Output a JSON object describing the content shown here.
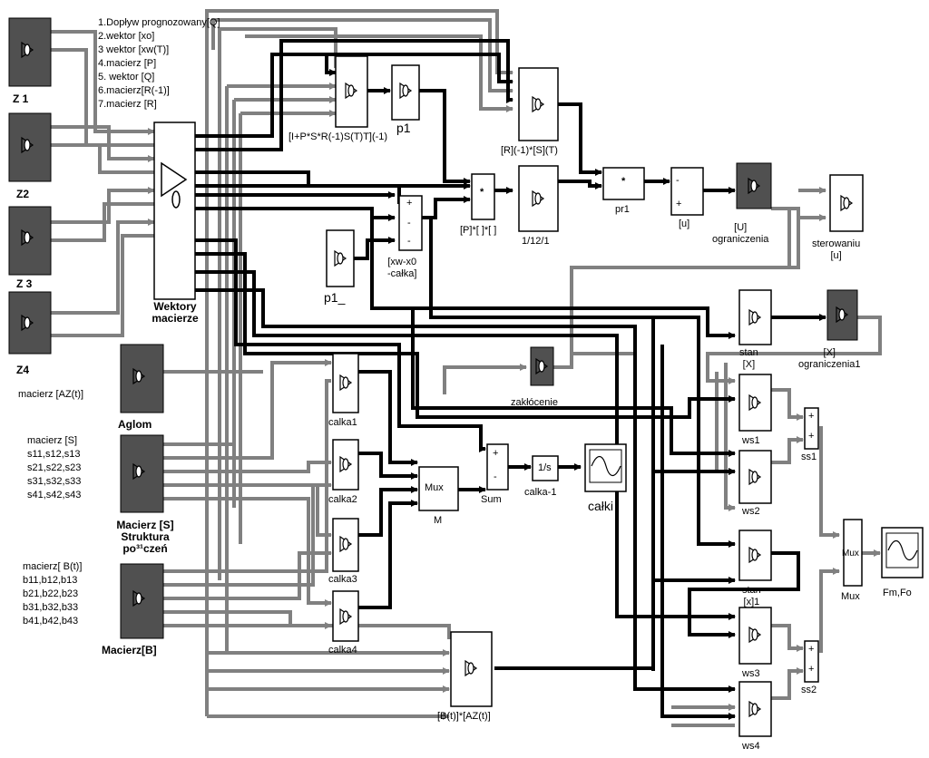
{
  "colors": {
    "wire_thick": "#000000",
    "wire_gray": "#808080",
    "block_dark": "#505050",
    "block_light": "#ffffff"
  },
  "subsystems": {
    "z1": "Z 1",
    "z2": "Z2",
    "z3": "Z 3",
    "z4": "Z4",
    "aglom": "Aglom",
    "wektory": "Wektory\nmacierze",
    "macierz_s": "Macierz [S]\nStruktura\npo³¹czeń",
    "macierz_b": "Macierz[B]"
  },
  "input_labels": [
    "1.Dopływ prognozowany[Q]",
    "2.wektor [xo]",
    "3 wektor [xw(T)]",
    "4.macierz [P]",
    "5. wektor [Q]",
    "6.macierz[R(-1)]",
    "7.macierz [R]"
  ],
  "side_notes": {
    "az": "macierz [AZ(t)]",
    "s": [
      "macierz [S]",
      "s11,s12,s13",
      "s21,s22,s23",
      "s31,s32,s33",
      "s41,s42,s43"
    ],
    "b": [
      "macierz[ B(t)]",
      "b11,b12,b13",
      "b21,b22,b23",
      "b31,b32,b33",
      "b41,b42,b43"
    ]
  },
  "blocks": {
    "irs": "[I+P*S*R(-1)S(T)T](-1)",
    "p1": "p1",
    "rst": "[R](-1)*[S](T)",
    "prod": "[P]*[ ]*[ ]",
    "b112": "1/12/1",
    "pr1": "pr1",
    "u": "[u]",
    "u_ogr": "[U]\nograniczenia",
    "sterowaniu": "sterowaniu\n[u]",
    "sum3": "[xw-x0\n-całka]",
    "p1_": "p1_",
    "stan": "stan\n[X]",
    "x_ogr": "[X]\nograniczenia1",
    "zaklocenie": "zakłócenie",
    "calka1": "calka1",
    "calka2": "calka2",
    "calka3": "calka3",
    "calka4": "calka4",
    "mux_m": "Mux",
    "m": "M",
    "sum": "Sum",
    "integ": "1/s",
    "calka_1": "calka-1",
    "calki": "całki",
    "ws1": "ws1",
    "ws2": "ws2",
    "stan1": "stan\n[x]1",
    "ws3": "ws3",
    "ws4": "ws4",
    "ss1": "ss1",
    "ss2": "ss2",
    "mux": "Mux",
    "mux_label": "Mux",
    "fmfo": "Fm,Fo",
    "bt_az": "[B(t)]*[AZ(t)]",
    "star": "*",
    "plus": "+",
    "minus": "-"
  }
}
